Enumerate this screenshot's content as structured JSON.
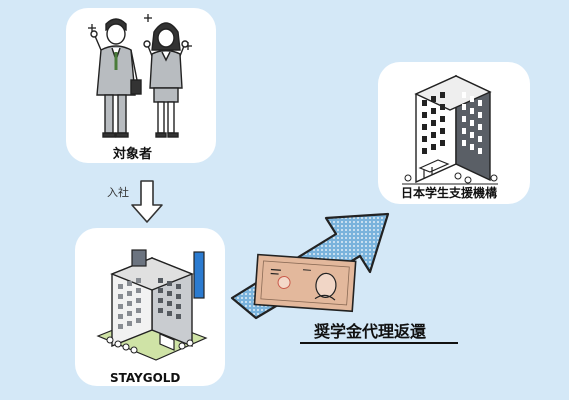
{
  "nodes": {
    "target": {
      "label": "対象者"
    },
    "company": {
      "label": "STAYGOLD"
    },
    "jasso": {
      "label": "日本学生支援機構"
    }
  },
  "edges": {
    "join": {
      "label": "入社"
    },
    "repay": {
      "label": "奨学金代理返還"
    }
  },
  "colors": {
    "background": "#d4e8f7",
    "card": "#ffffff",
    "arrow_fill": "#7ab3dc",
    "banknote": "#e3b89c"
  },
  "icons": [
    "person-man-icon",
    "person-woman-icon",
    "sparkle-icon",
    "building-icon",
    "company-building-icon",
    "banknote-icon"
  ]
}
